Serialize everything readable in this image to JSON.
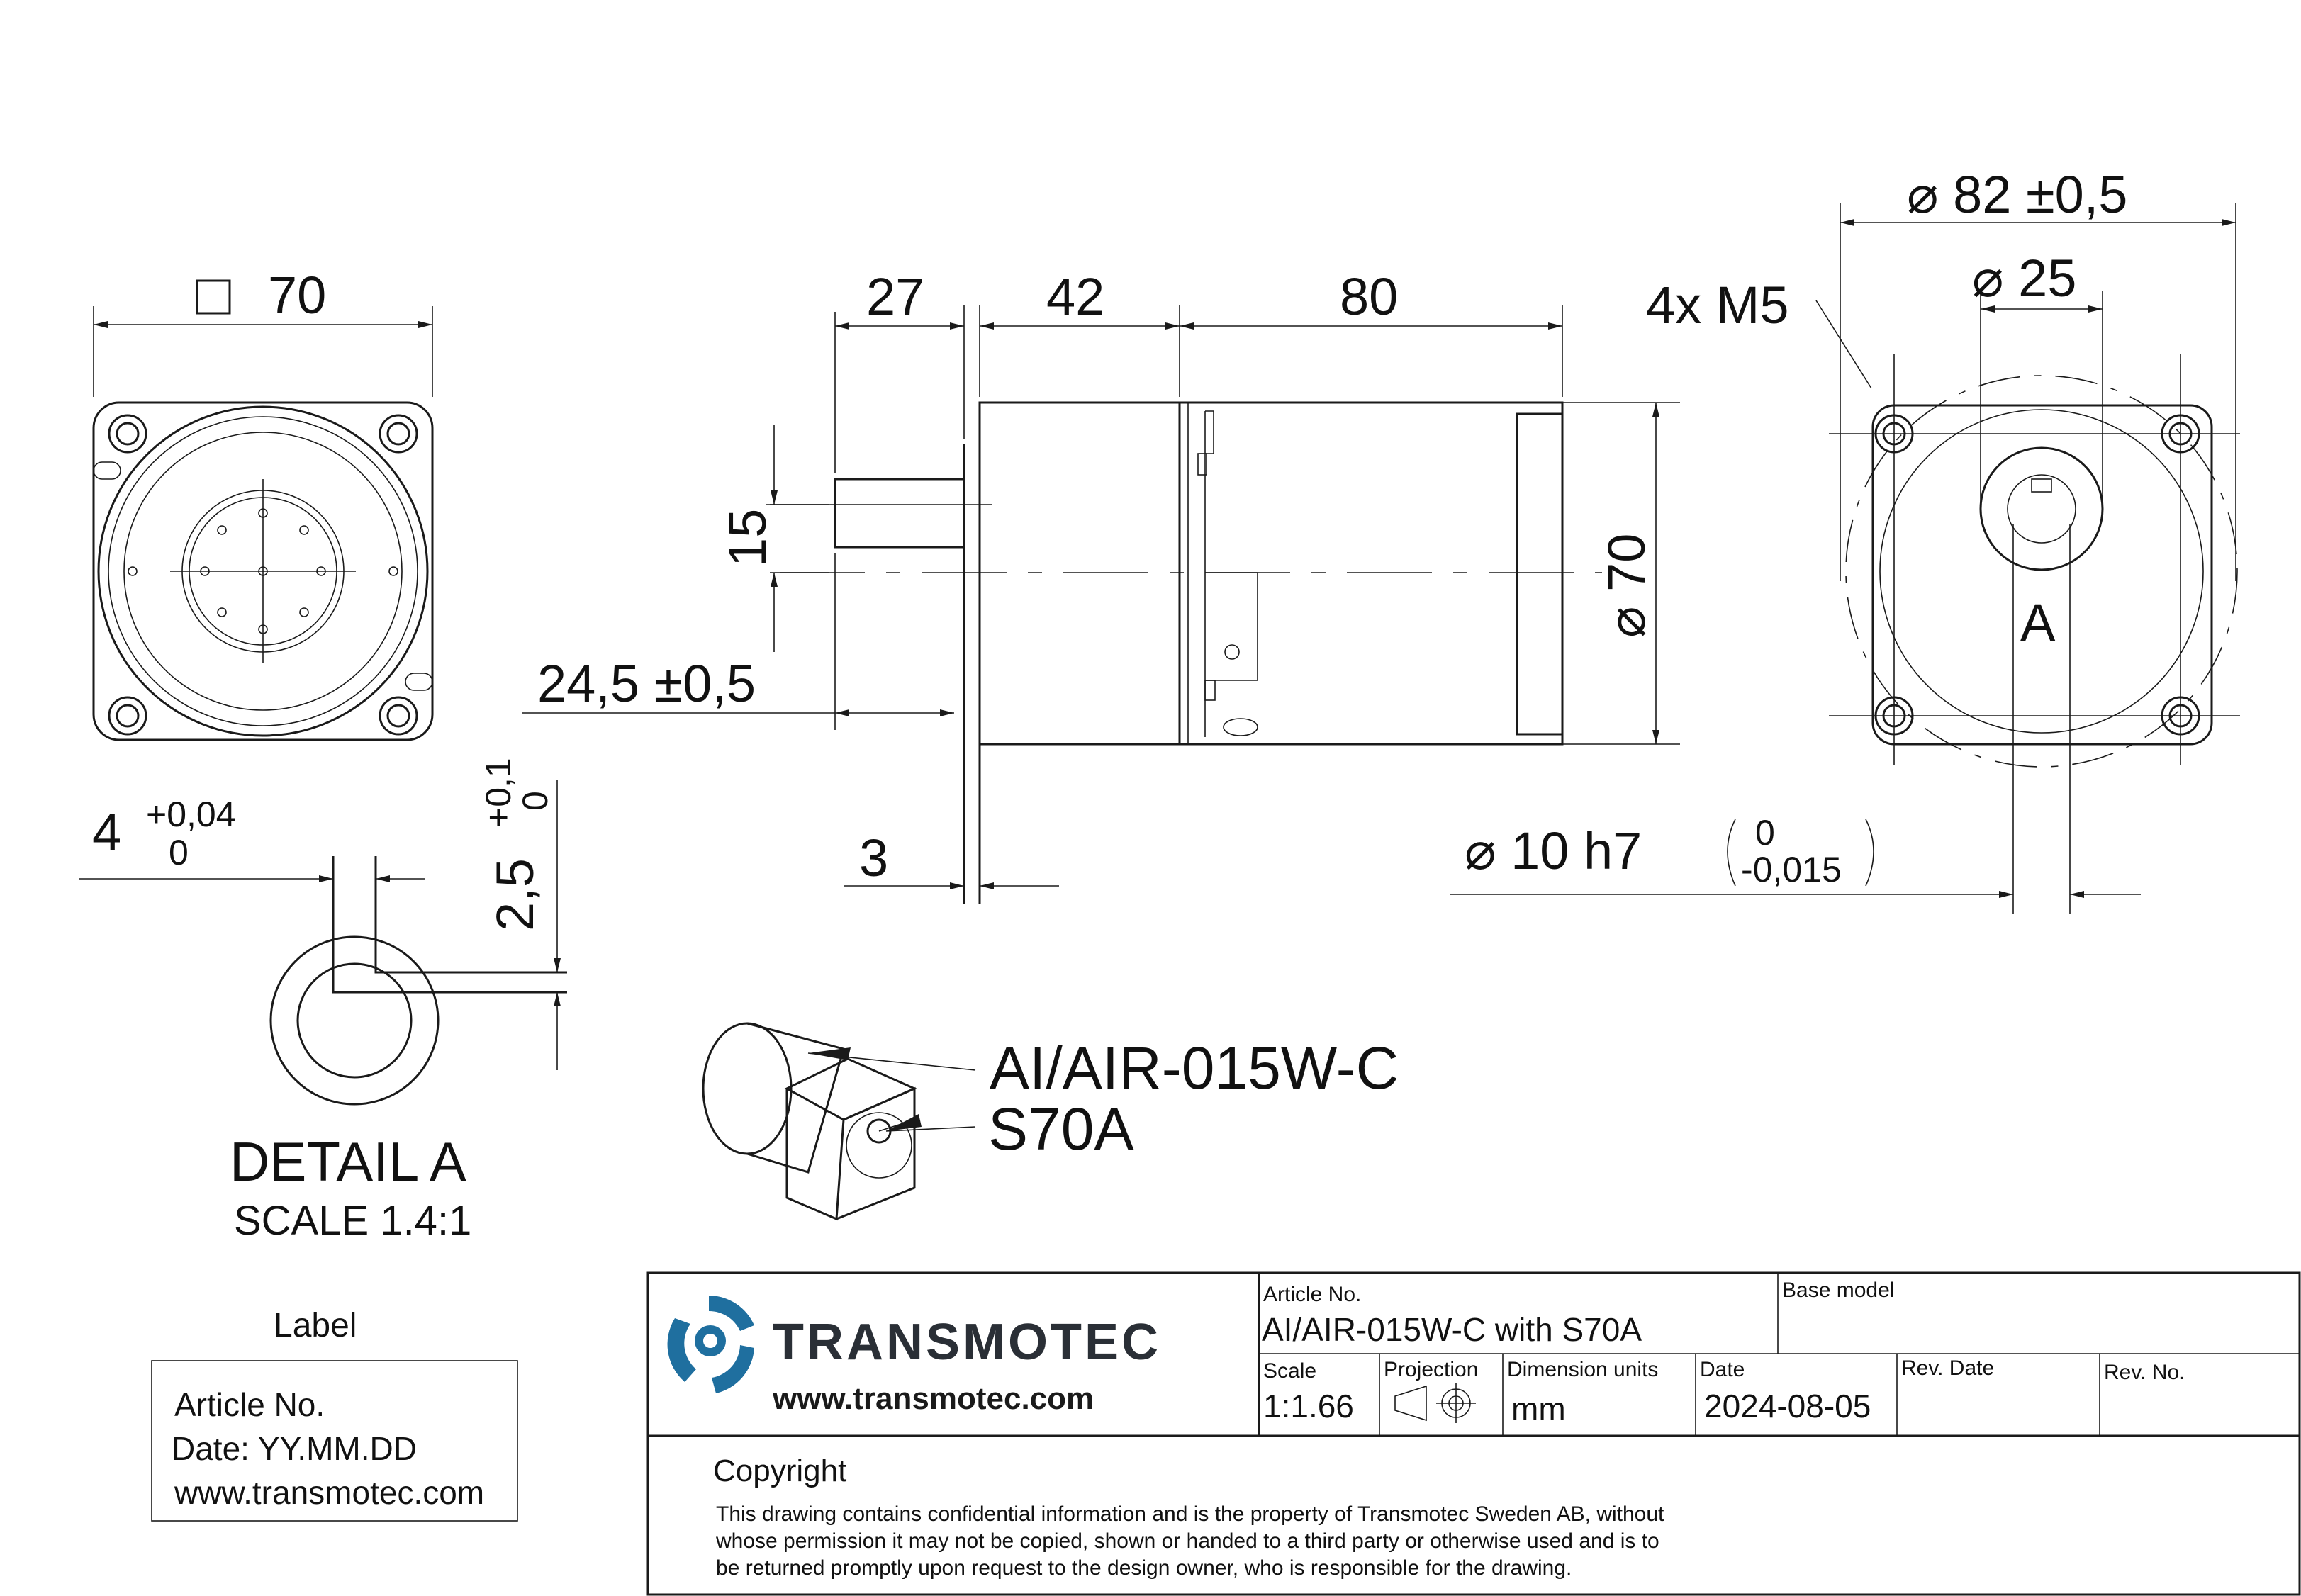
{
  "front_view": {
    "square_symbol": "□",
    "width_dim": "70"
  },
  "side_view": {
    "dims": [
      "27",
      "42",
      "80",
      "15",
      "24,5 ±0,5",
      "3"
    ],
    "diameter_label": "⌀ 70"
  },
  "end_view": {
    "dia_outer": "⌀  82 ±0,5",
    "dia_inner": "⌀  25",
    "holes": "4x M5",
    "view_letter": "A",
    "shaft_dia": "⌀  10  h7",
    "tol_upper": "0",
    "tol_lower": "-0,015"
  },
  "detail": {
    "width_nominal": "4",
    "width_tol_upper": "+0,04",
    "width_tol_lower": "0",
    "depth_nominal": "2,5",
    "depth_tol_upper": "+0,1",
    "depth_tol_lower": "0",
    "title": "DETAIL A",
    "scale": "SCALE 1.4:1"
  },
  "iso_view": {
    "callouts": [
      "AI/AIR-015W-C",
      "S70A"
    ]
  },
  "label_box": {
    "heading": "Label",
    "lines": [
      "Article No.",
      "Date: YY.MM.DD",
      "www.transmotec.com"
    ]
  },
  "title_block": {
    "company": "TRANSMOTEC",
    "website": "www.transmotec.com",
    "brand_color": "#1f6f9f",
    "article_no_label": "Article No.",
    "article_no_value": "AI/AIR-015W-C with S70A",
    "base_model_label": "Base model",
    "scale_label": "Scale",
    "scale_value": "1:1.66",
    "projection_label": "Projection",
    "dimension_units_label": "Dimension units",
    "dimension_units_value": "mm",
    "date_label": "Date",
    "date_value": "2024-08-05",
    "rev_date_label": "Rev. Date",
    "rev_no_label": "Rev. No.",
    "copyright_heading": "Copyright",
    "copyright_lines": [
      "This drawing contains confidential information and is the property of Transmotec Sweden AB, without",
      "whose permission it may not be copied, shown or handed to a third party or otherwise used and is to",
      "be returned promptly upon request to the design owner, who is responsible for the drawing."
    ]
  }
}
